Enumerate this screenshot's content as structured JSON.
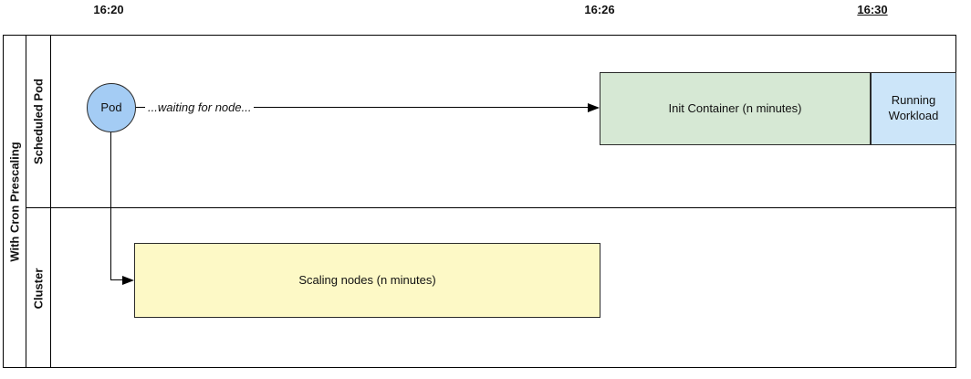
{
  "timeline": {
    "t1": "16:20",
    "t2": "16:26",
    "t3": "16:30"
  },
  "pool": {
    "title": "With Cron Prescaling",
    "lane_top": "Scheduled Pod",
    "lane_bottom": "Cluster"
  },
  "nodes": {
    "pod_label": "Pod",
    "waiting_label": "...waiting for node...",
    "init_container_label": "Init Container (n minutes)",
    "running_workload_label": "Running Workload",
    "scaling_nodes_label": "Scaling nodes (n minutes)"
  },
  "colors": {
    "pod_fill": "#A4CCF4",
    "init_container_fill": "#D6E8D4",
    "running_workload_fill": "#CCE5F9",
    "scaling_nodes_fill": "#FDF9C6",
    "stroke": "#000000"
  }
}
